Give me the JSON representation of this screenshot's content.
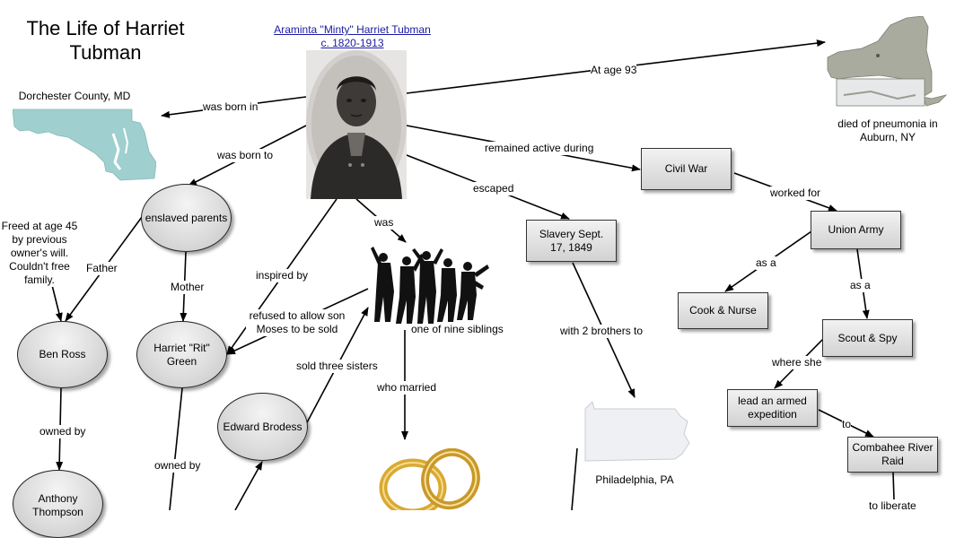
{
  "title": "The Life of Harriet Tubman",
  "header": {
    "name": "Araminta \"Minty\" Harriet Tubman",
    "dates": "c. 1820-1913"
  },
  "nodes": {
    "enslaved_parents": "enslaved parents",
    "ben_ross": "Ben Ross",
    "harriet_rit_green": "Harriet \"Rit\" Green",
    "edward_brodess": "Edward Brodess",
    "anthony_thompson": "Anthony Thompson",
    "slavery": "Slavery Sept. 17, 1849",
    "civil_war": "Civil War",
    "union_army": "Union Army",
    "cook_nurse": "Cook & Nurse",
    "scout_spy": "Scout & Spy",
    "armed_expedition": "lead an armed expedition",
    "combahee": "Combahee River Raid"
  },
  "captions": {
    "dorchester": "Dorchester County, MD",
    "died": "died of pneumonia in Auburn, NY",
    "siblings": "one of nine siblings",
    "philadelphia": "Philadelphia, PA",
    "freed": "Freed at age 45 by previous owner's will. Couldn't free family."
  },
  "links": {
    "was_born_in": "was born in",
    "was_born_to": "was born to",
    "at_age_93": "At age 93",
    "remained_active": "remained active during",
    "escaped": "escaped",
    "was": "was",
    "inspired_by": "inspired by",
    "refused": "refused to allow son Moses to be sold",
    "sold_three": "sold three sisters",
    "who_married": "who married",
    "father": "Father",
    "mother": "Mother",
    "owned_by_1": "owned by",
    "owned_by_2": "owned by",
    "with_2_brothers": "with 2 brothers to",
    "worked_for": "worked for",
    "as_a_1": "as a",
    "as_a_2": "as a",
    "where_she": "where she",
    "to": "to",
    "to_liberate": "to liberate"
  },
  "colors": {
    "maryland": "#9fcfcf",
    "new_york": "#a9ab9e",
    "pennsylvania": "#eef0f3",
    "ring_gold": "#d9a933",
    "link_blue": "#1a1aa6"
  }
}
